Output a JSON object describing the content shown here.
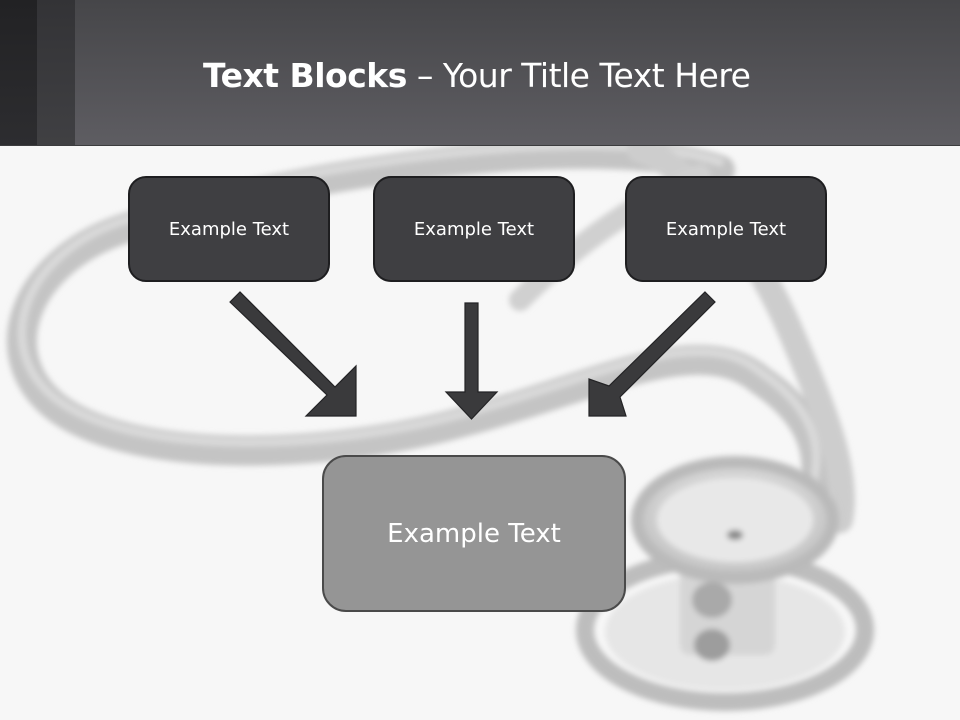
{
  "header": {
    "title_bold": "Text Blocks",
    "title_rest": " – Your Title Text Here"
  },
  "diagram": {
    "sources": [
      {
        "label": "Example Text"
      },
      {
        "label": "Example Text"
      },
      {
        "label": "Example Text"
      }
    ],
    "target": {
      "label": "Example Text"
    },
    "arrows": [
      {
        "from": "source-1",
        "to": "target",
        "direction": "down-right"
      },
      {
        "from": "source-2",
        "to": "target",
        "direction": "down"
      },
      {
        "from": "source-3",
        "to": "target",
        "direction": "down-left"
      }
    ]
  },
  "background": {
    "image": "stethoscope-photo",
    "tone": "grayscale"
  },
  "colors": {
    "header_dark": "#464649",
    "header_light": "#5e5d62",
    "source_box_fill": "#3f3f42",
    "target_box_fill": "#959595",
    "arrow_fill": "#3a3a3c",
    "page_bg": "#f7f7f7"
  }
}
